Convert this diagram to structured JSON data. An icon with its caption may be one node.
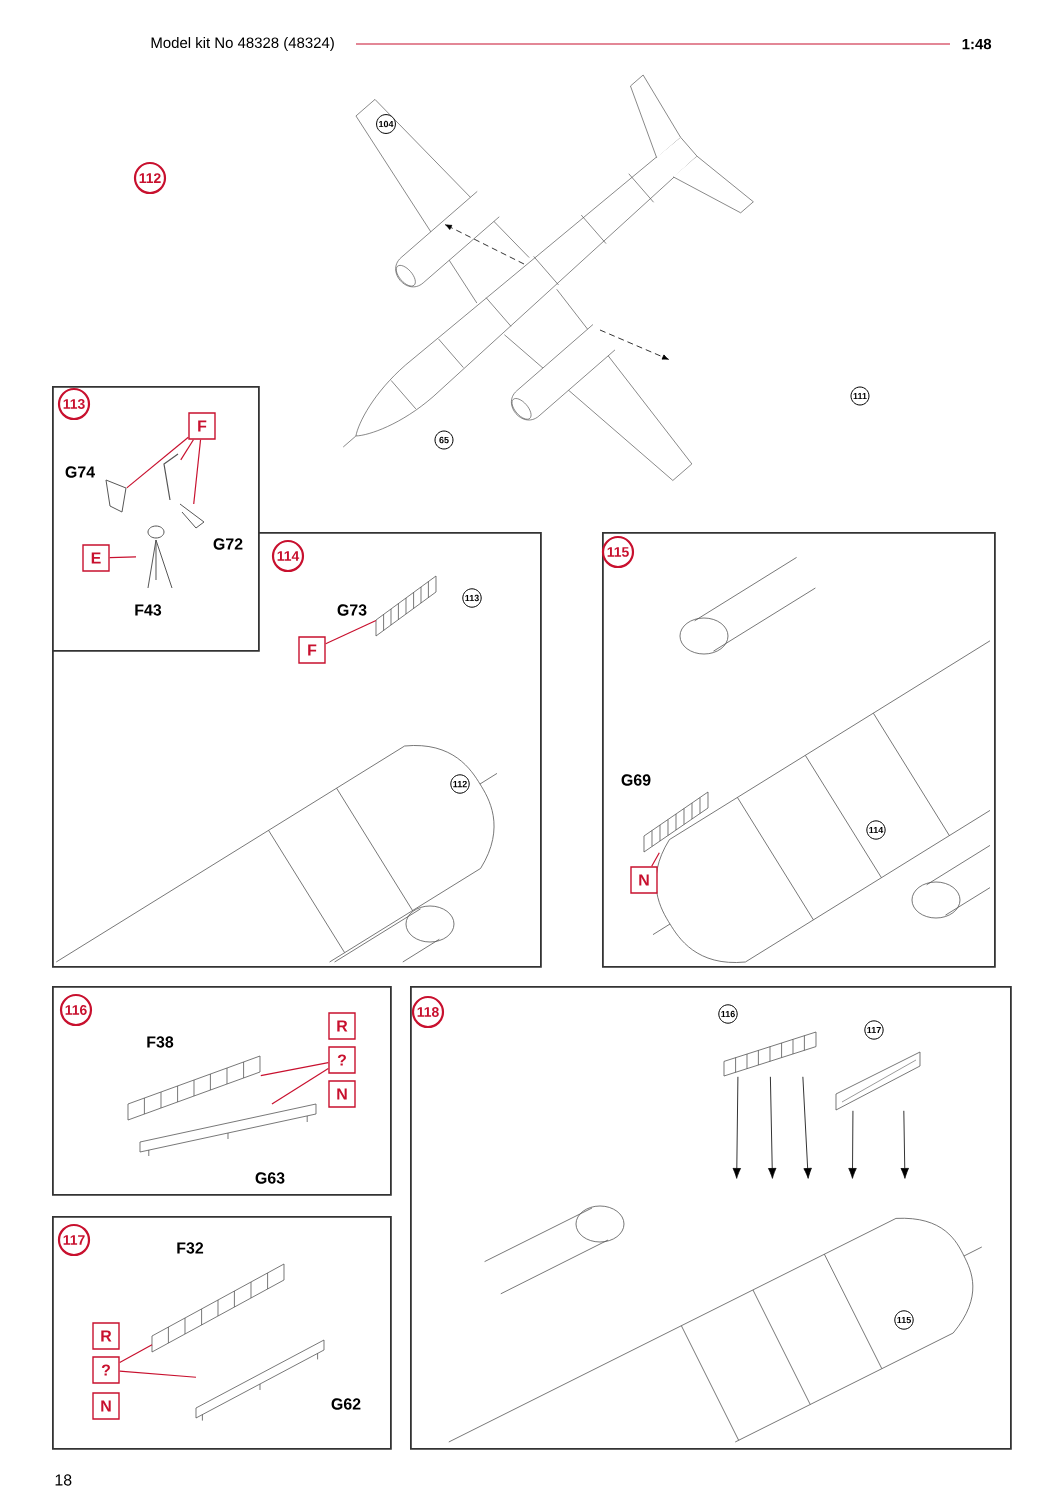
{
  "diagram": {
    "nodes": [
      {
        "text": [
          "112"
        ]
      },
      {
        "text": [
          "104"
        ]
      },
      {
        "text": [
          "65"
        ]
      },
      {
        "text": [
          "111"
        ]
      },
      {
        "text": [],
        "shape": "box"
      },
      {
        "text": [
          "113"
        ],
        "in": 4
      },
      {
        "text": [
          "F"
        ],
        "in": 4
      },
      {
        "text": [
          "E"
        ]
      },
      {
        "text": [],
        "shape": "box"
      },
      {
        "text": [
          "114"
        ],
        "in": 8
      },
      {
        "text": [
          "F"
        ],
        "in": 8
      },
      {
        "text": [
          "113"
        ],
        "in": 8
      },
      {
        "text": [
          "112"
        ],
        "in": 8
      },
      {
        "text": [],
        "shape": "box"
      },
      {
        "text": [
          "115"
        ],
        "in": 13
      },
      {
        "text": [
          "N"
        ],
        "in": 13
      },
      {
        "text": [
          "114"
        ],
        "in": 13
      },
      {
        "text": [],
        "shape": "box"
      },
      {
        "text": [
          "116"
        ],
        "in": 17
      },
      {
        "text": [
          "R"
        ],
        "in": 17
      },
      {
        "text": [
          "?"
        ],
        "in": 17
      },
      {
        "text": [
          "N"
        ],
        "in": 17
      },
      {
        "text": [],
        "shape": "box"
      },
      {
        "text": [
          "117"
        ],
        "in": 22
      },
      {
        "text": [
          "R"
        ],
        "in": 22
      },
      {
        "text": [
          "?"
        ],
        "in": 22
      },
      {
        "text": [
          "N"
        ],
        "in": 22
      },
      {
        "text": [],
        "shape": "box"
      },
      {
        "text": [
          "118"
        ],
        "in": 27
      },
      {
        "text": [
          "116"
        ],
        "in": 27
      },
      {
        "text": [
          "117"
        ],
        "in": 27
      },
      {
        "text": [
          "115"
        ],
        "in": 44
      },
      {
        "text": [],
        "shape": "picture",
        "in": 4,
        "beside": [
          "G74"
        ]
      },
      {
        "text": [],
        "shape": "picture",
        "in": 4
      },
      {
        "text": [],
        "shape": "picture",
        "in": 4,
        "beside": [
          "G72"
        ]
      },
      {
        "text": [],
        "shape": "picture",
        "in": 4,
        "beside": [
          "F43"
        ]
      },
      {
        "text": [],
        "shape": "picture",
        "in": 8,
        "beside": [
          "G73"
        ]
      },
      {
        "text": [],
        "shape": "picture",
        "in": 13,
        "beside": [
          "G69"
        ]
      },
      {
        "text": [],
        "shape": "picture",
        "in": 17,
        "beside": [
          "F38"
        ]
      },
      {
        "text": [],
        "shape": "picture",
        "in": 17,
        "beside": [
          "G63"
        ]
      },
      {
        "text": [],
        "shape": "picture",
        "in": 22,
        "beside": [
          "F32"
        ]
      },
      {
        "text": [],
        "shape": "picture",
        "in": 22,
        "beside": [
          "G62"
        ]
      },
      {
        "text": [],
        "shape": "picture",
        "in": 27
      },
      {
        "text": [],
        "shape": "picture",
        "in": 27
      },
      {
        "text": [],
        "shape": "picture",
        "in": 27
      }
    ],
    "edges": [
      {
        "from": 6,
        "to": 32,
        "arrow": "none"
      },
      {
        "from": 6,
        "to": 33,
        "arrow": "none"
      },
      {
        "from": 6,
        "to": 34,
        "arrow": "none"
      },
      {
        "from": 7,
        "to": 35,
        "arrow": "none"
      },
      {
        "from": 10,
        "to": 36,
        "arrow": "none"
      },
      {
        "from": 15,
        "to": 37,
        "arrow": "none"
      },
      {
        "from": 20,
        "to": 38,
        "arrow": "none"
      },
      {
        "from": 20,
        "to": 39,
        "arrow": "none"
      },
      {
        "from": 25,
        "to": 40,
        "arrow": "none"
      },
      {
        "from": 25,
        "to": 41,
        "arrow": "none"
      },
      {
        "from": 42,
        "to": 44,
        "arrow": "to",
        "color": "#000000"
      },
      {
        "from": 42,
        "to": 44,
        "arrow": "to",
        "color": "#000000"
      },
      {
        "from": 42,
        "to": 44,
        "arrow": "to",
        "color": "#000000"
      },
      {
        "from": 43,
        "to": 44,
        "arrow": "to",
        "color": "#000000"
      },
      {
        "from": 43,
        "to": 44,
        "arrow": "to",
        "color": "#000000"
      }
    ],
    "labels": [
      "Model kit No 48328 (48324)",
      "1:48",
      "18"
    ]
  }
}
